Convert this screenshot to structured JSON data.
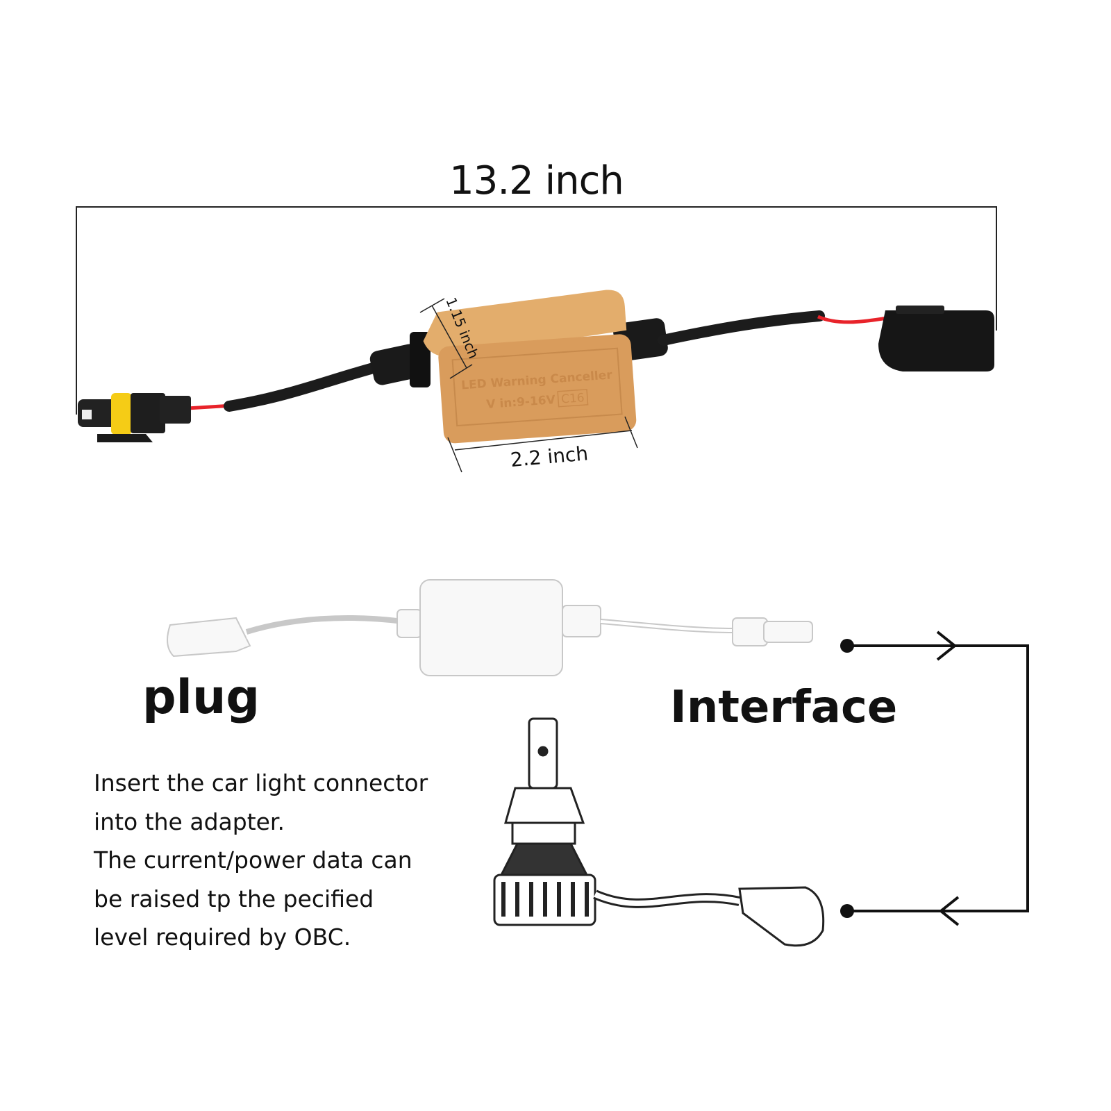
{
  "dimensions": {
    "total_length": "13.2 inch",
    "box_height": "1.15 inch",
    "box_length": "2.2 inch"
  },
  "product_label": {
    "line1": "LED Warning Canceller",
    "line2": "V in:9-16V",
    "model": "C16"
  },
  "labels": {
    "plug": "plug",
    "interface": "Interface"
  },
  "description": [
    "Insert the car light connector",
    "into the adapter.",
    "The current/power data can",
    "be raised tp the pecified",
    "level required by OBC."
  ],
  "colors": {
    "box_gold": "#d9a05f",
    "wire_red": "#e8232a",
    "seal_yellow": "#f5cc16",
    "cable_black": "#1c1c1c"
  }
}
